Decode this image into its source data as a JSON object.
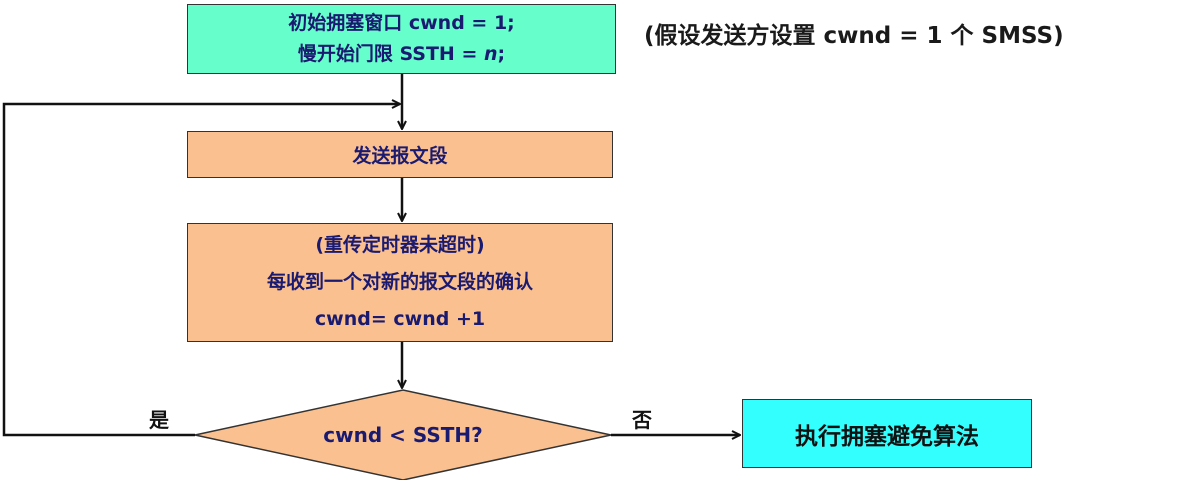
{
  "colors": {
    "init_fill": "#66FFCC",
    "process_fill": "#FBC08F",
    "decision_fill": "#FBC08F",
    "result_fill": "#33FFFF",
    "text_dark": "#1A1A70"
  },
  "init": {
    "line1": "初始拥塞窗口 cwnd = 1;",
    "line2_prefix": "慢开始门限 SSTH = ",
    "line2_var": "n",
    "line2_suffix": ";"
  },
  "note": "(假设发送方设置 cwnd = 1 个 SMSS)",
  "send": {
    "label": "发送报文段"
  },
  "ack": {
    "line1": "(重传定时器未超时)",
    "line2": "每收到一个对新的报文段的确认",
    "line3": "cwnd= cwnd +1"
  },
  "decision": {
    "label": "cwnd < SSTH?"
  },
  "yes_label": "是",
  "no_label": "否",
  "result": {
    "label": "执行拥塞避免算法"
  }
}
